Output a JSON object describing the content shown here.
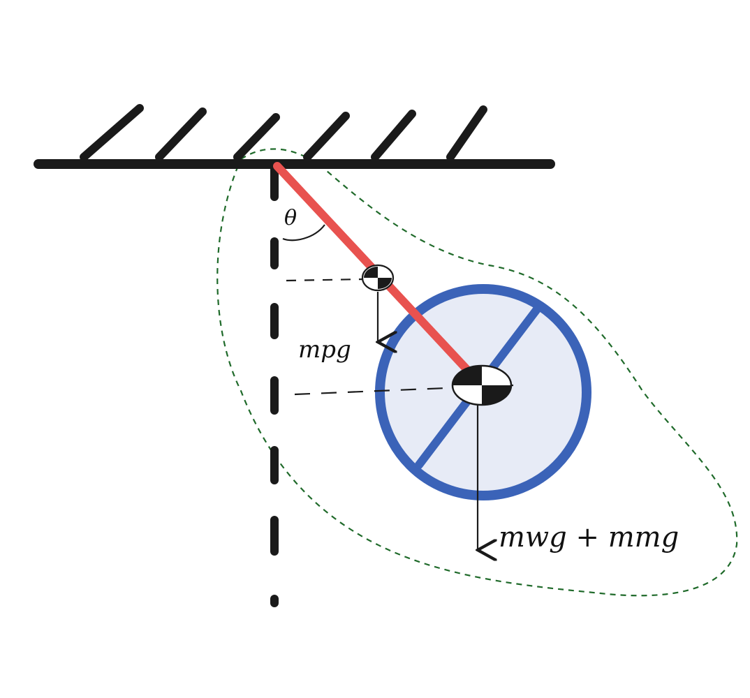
{
  "labels": {
    "theta": "θ",
    "pendulum_weight": "mpg",
    "total_weight": "mwg + mmg"
  },
  "colors": {
    "ink": "#1a1a1a",
    "rod": "#e8524f",
    "wheel_rim": "#3b63b8",
    "wheel_fill": "#e7ebf6",
    "system_boundary": "#1f6a2a",
    "background": "#ffffff"
  }
}
